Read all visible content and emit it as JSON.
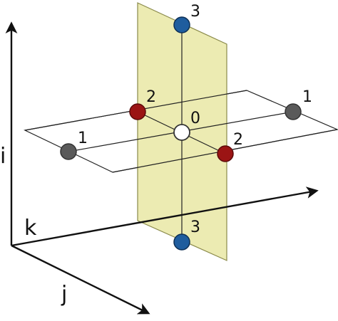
{
  "axes": {
    "i": "i",
    "k": "k",
    "j": "j"
  },
  "nodes": [
    {
      "id": "node-0",
      "label": "0",
      "color": "#ffffff"
    },
    {
      "id": "node-1-left",
      "label": "1",
      "color": "#5a5a5a"
    },
    {
      "id": "node-1-right",
      "label": "1",
      "color": "#5a5a5a"
    },
    {
      "id": "node-2-upper",
      "label": "2",
      "color": "#9b1414"
    },
    {
      "id": "node-2-lower",
      "label": "2",
      "color": "#9b1414"
    },
    {
      "id": "node-3-top",
      "label": "3",
      "color": "#1f5d9e"
    },
    {
      "id": "node-3-bottom",
      "label": "3",
      "color": "#1f5d9e"
    }
  ],
  "colors": {
    "vertical_plane_fill": "#ecebb2",
    "vertical_plane_stroke": "#8a8a4a",
    "frame_stroke": "#222222",
    "axis_stroke": "#111111"
  }
}
